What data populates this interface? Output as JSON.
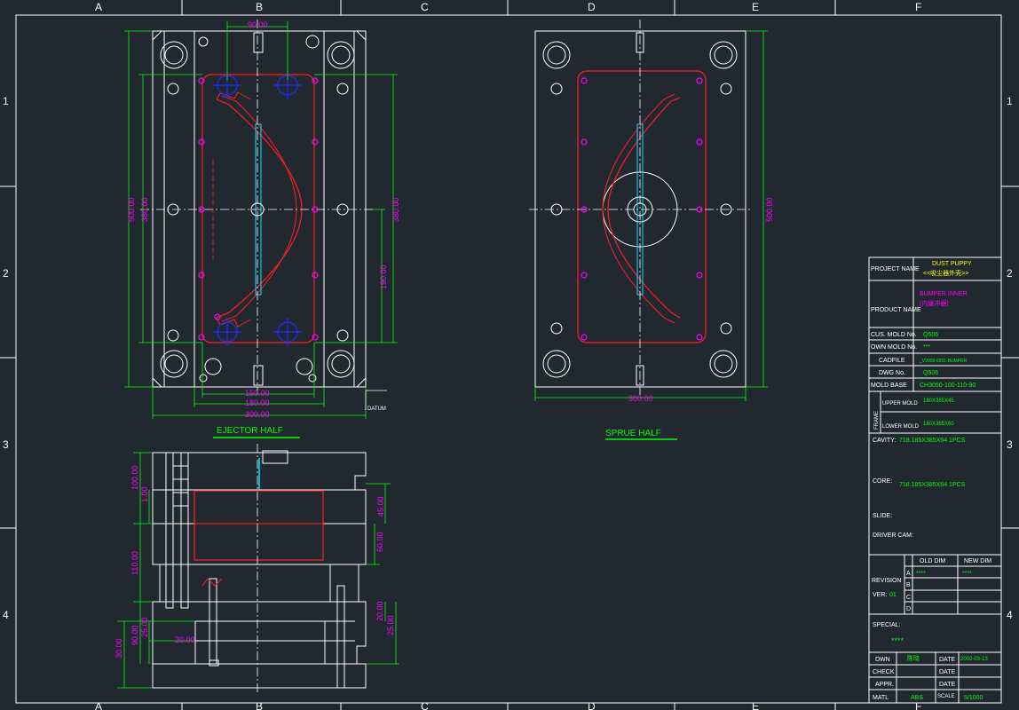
{
  "colors": {
    "background": "#212830",
    "line": "#ffffff",
    "dim": "#00ff00",
    "cavity": "#ff2020",
    "ejector_pin": "#ff00ff",
    "blue": "#1e2cff",
    "cyan": "#00e5ff",
    "yellow": "#ffff00",
    "label": "#00ff00"
  },
  "border": {
    "cols": [
      "A",
      "B",
      "C",
      "D",
      "E",
      "F"
    ],
    "rows": [
      "1",
      "2",
      "3",
      "4"
    ]
  },
  "ejector_half": {
    "title": "EJECTOR HALF",
    "dims": {
      "top": "90.00",
      "height_total": "500.00",
      "height_inner": "360.00",
      "height_right": "380.00",
      "height_half": "190.00",
      "w150": "150.00",
      "w180": "180.00",
      "w300": "300.00"
    },
    "datum": "DATUM"
  },
  "sprue_half": {
    "title": "SPRUE HALF",
    "dims": {
      "width": "300.00",
      "height": "500.00"
    }
  },
  "section": {
    "dims": {
      "d100": "100.00",
      "d1": "1.00",
      "d110": "110.00",
      "d90": "90.00",
      "d25a": "25.00",
      "d30": "30.00",
      "d20a": "20.00",
      "d45": "45.00",
      "d60": "60.00",
      "d20b": "20.00",
      "d25b": "25.00"
    }
  },
  "title_block": {
    "project_name_label": "PROJECT NAME",
    "project_name_value1": "DUST PUPPY",
    "project_name_value2": "<<吸尘器外壳>>",
    "product_name_label": "PRODUCT NAME",
    "product_name_value1": "BUMPER INNER",
    "product_name_value2": "(内缓冲器)",
    "cus_mold_label": "CUS. MOLD No.",
    "cus_mold_value": "Q506",
    "own_mold_label": "OWN MOLD No.",
    "own_mold_value": "***",
    "cadfile_label": "CADFILE",
    "cadfile_value": "_V2008-0301-BUMPER",
    "dwg_label": "DWG No.",
    "dwg_value": "Q506",
    "mold_base_label": "MOLD BASE",
    "mold_base_value": "CH3050-100-110-90",
    "frame_label": "FRAME",
    "upper_mold_label": "UPPER MOLD",
    "upper_mold_value": "180X385X45",
    "lower_mold_label": "LOWER MOLD",
    "lower_mold_value": "180X385X60",
    "cavity_label": "CAVITY:",
    "cavity_value": "718.185X385X64  1PCS",
    "core_label": "CORE:",
    "core_value": "718.185X385X64  1PCS",
    "slide_label": "SLIDE:",
    "driver_cam_label": "DRIVER CAM:",
    "old_dim_label": "OLD DIM",
    "new_dim_label": "NEW DIM",
    "revision_label": "REVISION",
    "ver_label": "VER:",
    "ver_value": "01",
    "rev_letters": [
      "A",
      "B",
      "C",
      "D"
    ],
    "rev_old_a": "****",
    "rev_new_a": "****",
    "special_label": "SPECIAL:",
    "special_value": "****",
    "dwn_label": "DWN",
    "dwn_value": "陈晓",
    "date_label1": "DATE",
    "date_value1": "2002-03-13",
    "check_label": "CHECK",
    "date_label2": "DATE",
    "appr_label": "APPR.",
    "date_label3": "DATE",
    "matl_label": "MATL",
    "matl_value": "ABS",
    "scale_label": "SCALE",
    "scale_value": "5/1000"
  }
}
